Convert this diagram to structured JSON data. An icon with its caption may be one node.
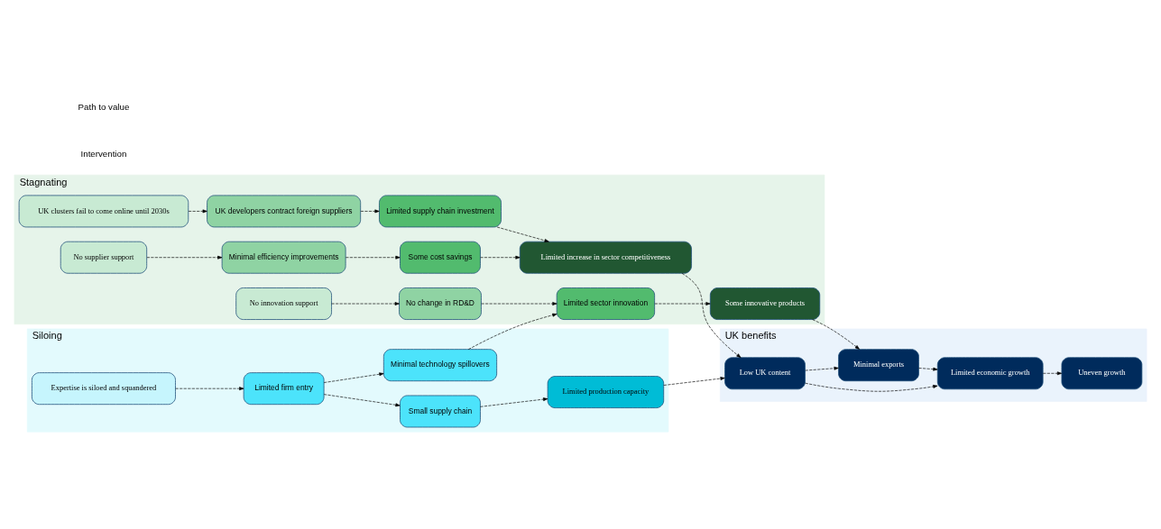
{
  "diagram": {
    "nodes": [
      {
        "text": [
          "Stagnating"
        ]
      },
      {
        "text": [
          "UK clusters fail to come online until 2030s"
        ],
        "in": 0
      },
      {
        "text": [
          "UK developers contract foreign suppliers"
        ],
        "in": 0
      },
      {
        "text": [
          "Limited supply chain investment"
        ],
        "in": 0
      },
      {
        "text": [
          "Limited increase in sector competitiveness"
        ],
        "in": 0
      },
      {
        "text": [
          "No supplier support"
        ],
        "in": 0
      },
      {
        "text": [
          "Minimal efficiency improvements"
        ],
        "in": 0
      },
      {
        "text": [
          "Some cost savings"
        ],
        "in": 0
      },
      {
        "text": [
          "No innovation support"
        ],
        "in": 0
      },
      {
        "text": [
          "No change in RD&D"
        ],
        "in": 0
      },
      {
        "text": [
          "Limited sector innovation"
        ],
        "in": 0
      },
      {
        "text": [
          "Some innovative products"
        ],
        "in": 0
      },
      {
        "text": [
          "Siloing"
        ]
      },
      {
        "text": [
          "Minimal technology spillovers"
        ],
        "in": 12
      },
      {
        "text": [
          "Expertise is siloed and squandered"
        ],
        "in": 12
      },
      {
        "text": [
          "Limited firm entry"
        ],
        "in": 12
      },
      {
        "text": [
          "Limited production capacity"
        ],
        "in": 12
      },
      {
        "text": [
          "Small supply chain"
        ],
        "in": 12
      },
      {
        "text": [
          "UK benefits"
        ]
      },
      {
        "text": [
          "Low UK content"
        ],
        "in": 18
      },
      {
        "text": [
          "Limited economic growth"
        ],
        "in": 18
      },
      {
        "text": [
          "Minimal exports"
        ],
        "in": 18
      },
      {
        "text": [
          "Uneven growth"
        ],
        "in": 18
      }
    ],
    "edges": [
      {
        "from": 1,
        "to": 2,
        "arrow": "to",
        "style": "dashed"
      },
      {
        "from": 2,
        "to": 3,
        "arrow": "to",
        "style": "dashed"
      },
      {
        "from": 3,
        "to": 4,
        "arrow": "to",
        "style": "dashed"
      },
      {
        "from": 7,
        "to": 4,
        "arrow": "to",
        "style": "dashed"
      },
      {
        "from": 5,
        "to": 6,
        "arrow": "to",
        "style": "dashed"
      },
      {
        "from": 6,
        "to": 7,
        "arrow": "to",
        "style": "dashed"
      },
      {
        "from": 8,
        "to": 9,
        "arrow": "to",
        "style": "dashed"
      },
      {
        "from": 9,
        "to": 10,
        "arrow": "to",
        "style": "dashed"
      },
      {
        "from": 10,
        "to": 11,
        "arrow": "to",
        "style": "dashed"
      },
      {
        "from": 13,
        "to": 10,
        "arrow": "to",
        "style": "dashed"
      },
      {
        "from": 14,
        "to": 15,
        "arrow": "to",
        "style": "dashed"
      },
      {
        "from": 15,
        "to": 13,
        "arrow": "to",
        "style": "dashed"
      },
      {
        "from": 15,
        "to": 17,
        "arrow": "to",
        "style": "dashed"
      },
      {
        "from": 17,
        "to": 16,
        "arrow": "to",
        "style": "dashed"
      },
      {
        "from": 4,
        "to": 19,
        "arrow": "to",
        "style": "dashed"
      },
      {
        "from": 16,
        "to": 19,
        "arrow": "to",
        "style": "dashed"
      },
      {
        "from": 11,
        "to": 21,
        "arrow": "to",
        "style": "dashed"
      },
      {
        "from": 19,
        "to": 21,
        "arrow": "to",
        "style": "dashed"
      },
      {
        "from": 19,
        "to": 20,
        "arrow": "to",
        "style": "dashed"
      },
      {
        "from": 21,
        "to": 20,
        "arrow": "to",
        "style": "dashed"
      },
      {
        "from": 20,
        "to": 22,
        "arrow": "to",
        "style": "dashed"
      }
    ],
    "labels": [
      "Intervention",
      "Path to value"
    ]
  }
}
